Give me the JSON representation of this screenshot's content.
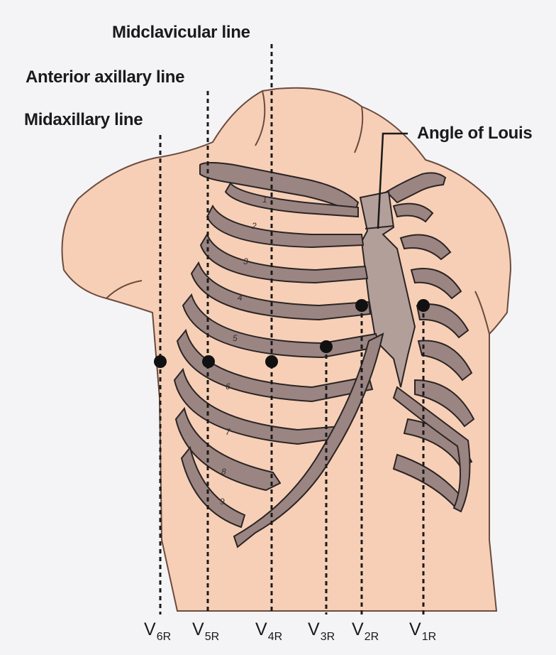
{
  "labels": {
    "midclavicular": "Midclavicular line",
    "anterior_axillary": "Anterior axillary line",
    "midaxillary": "Midaxillary line",
    "angle_of_louis": "Angle of Louis"
  },
  "leads": [
    {
      "main": "V",
      "sub": "6R"
    },
    {
      "main": "V",
      "sub": "5R"
    },
    {
      "main": "V",
      "sub": "4R"
    },
    {
      "main": "V",
      "sub": "3R"
    },
    {
      "main": "V",
      "sub": "2R"
    },
    {
      "main": "V",
      "sub": "1R"
    }
  ],
  "rib_numbers": [
    "1",
    "2",
    "3",
    "4",
    "5",
    "6",
    "7",
    "8",
    "9"
  ],
  "colors": {
    "background": "#f4f4f6",
    "skin": "#f6cfb6",
    "bone": "#9a8582",
    "bone_light": "#b39f9a",
    "outline": "#2b2424",
    "electrode": "#111111"
  }
}
